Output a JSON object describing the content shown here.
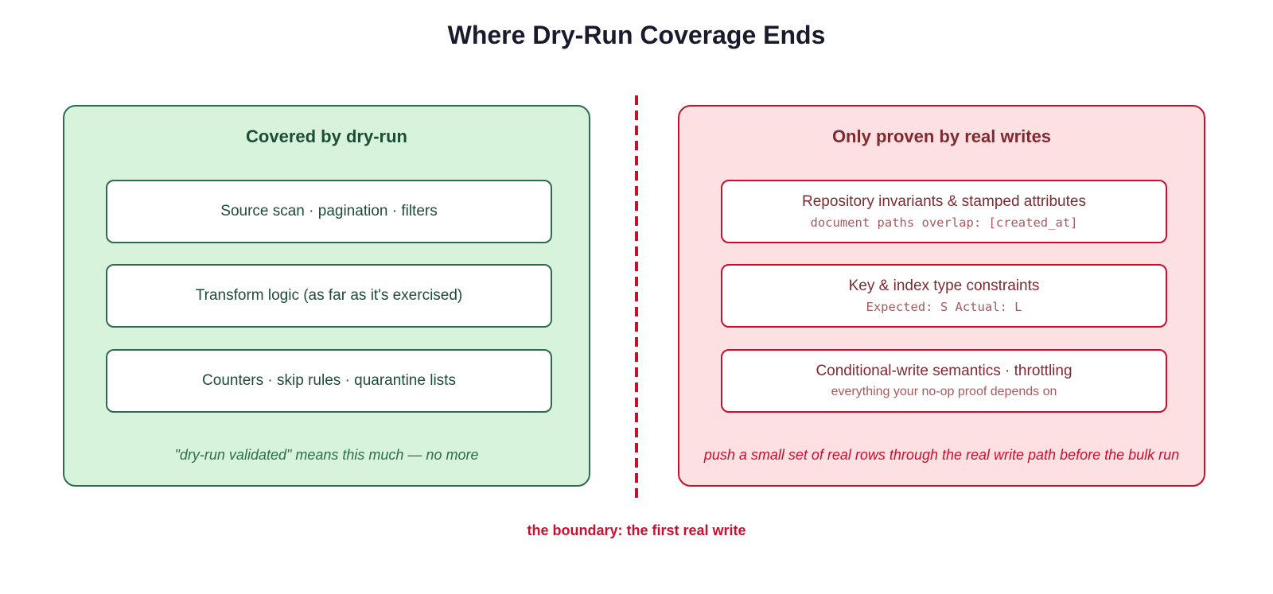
{
  "title": "Where Dry-Run Coverage Ends",
  "left_panel": {
    "title": "Covered by dry-run",
    "items": [
      {
        "label": "Source scan · pagination · filters"
      },
      {
        "label": "Transform logic (as far as it's exercised)"
      },
      {
        "label": "Counters · skip rules · quarantine lists"
      }
    ],
    "footer": "\"dry-run validated\" means this much — no more"
  },
  "right_panel": {
    "title": "Only proven by real writes",
    "items": [
      {
        "label": "Repository invariants & stamped attributes",
        "detail": "document paths overlap: [created_at]"
      },
      {
        "label": "Key & index type constraints",
        "detail": "Expected: S Actual: L"
      },
      {
        "label": "Conditional-write semantics · throttling",
        "detail": "everything your no-op proof depends on"
      }
    ],
    "footer": "push a small set of real rows through the real write path before the bulk run"
  },
  "boundary_label": "the boundary: the first real write",
  "colors": {
    "covered_fill": "#d7f3dc",
    "covered_border": "#2e6b4f",
    "unproven_fill": "#fde0e2",
    "unproven_border": "#c8102e",
    "title": "#1a1a2e"
  }
}
